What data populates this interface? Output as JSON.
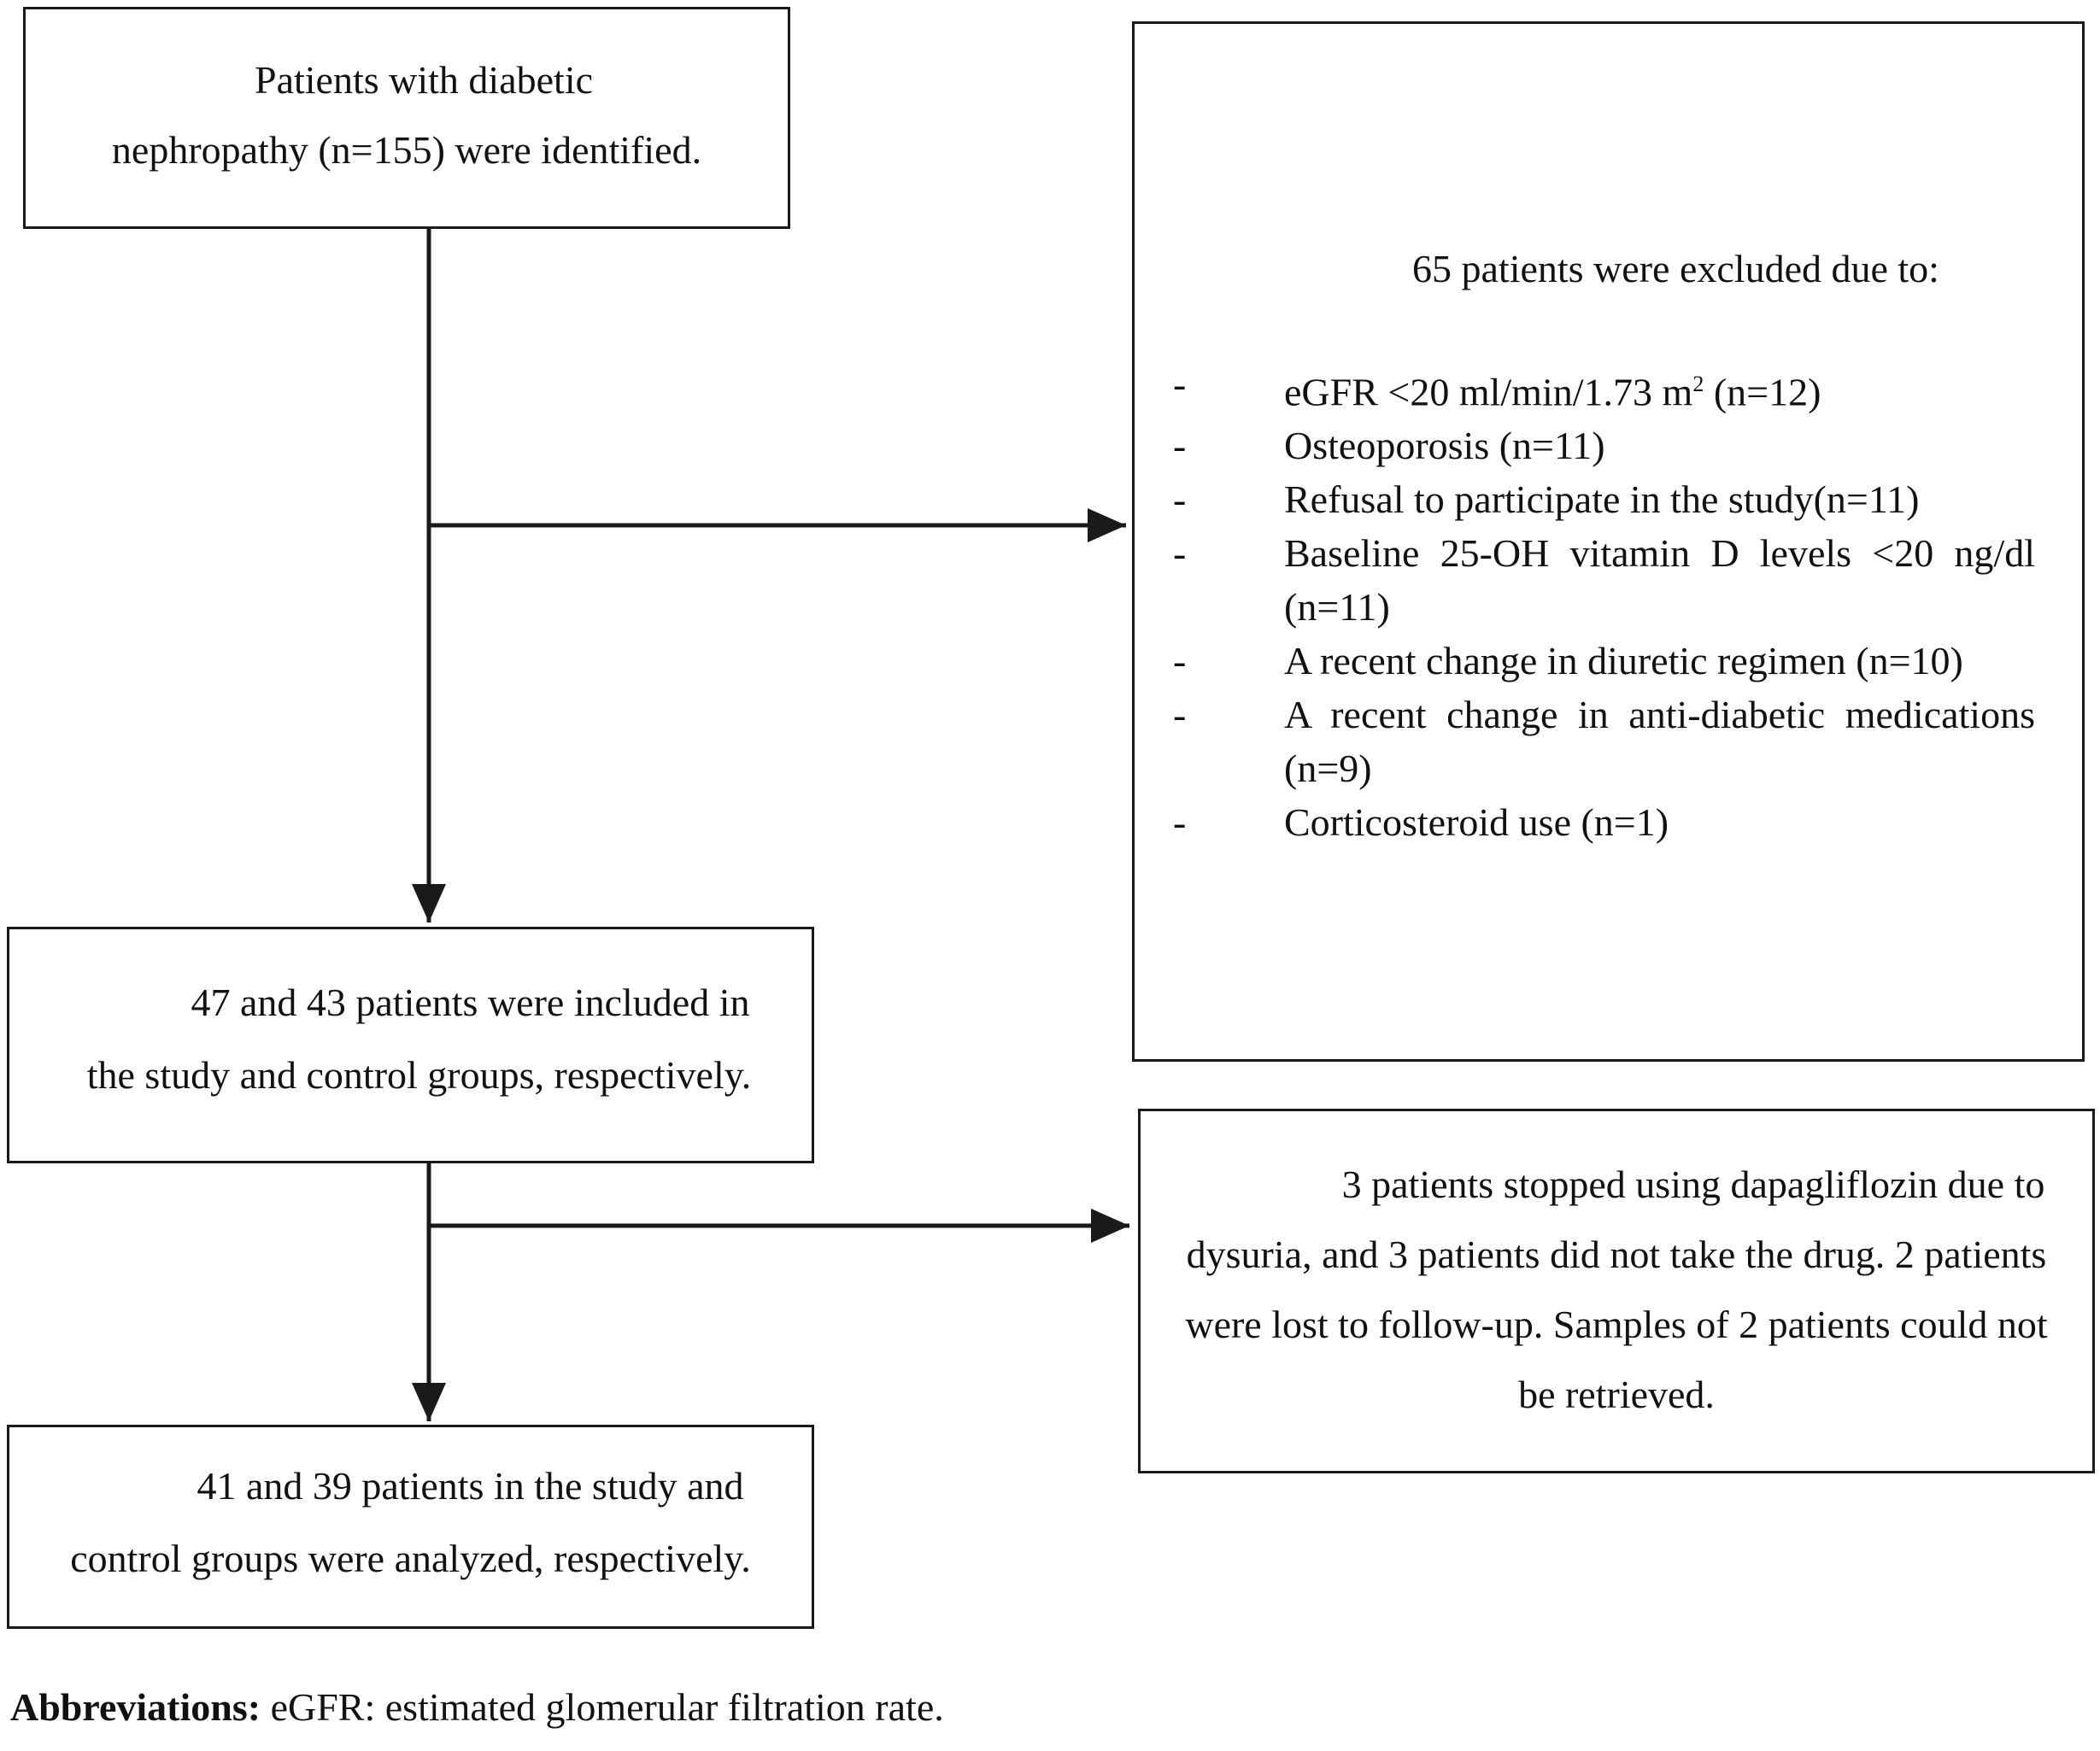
{
  "boxes": {
    "identified": {
      "line1": "Patients with diabetic",
      "line2": "nephropathy (n=155) were identified."
    },
    "excluded": {
      "title": "65 patients were excluded due to:",
      "bullet": "-",
      "items": [
        {
          "text": "eGFR <20 ml/min/1.73 m",
          "sup": "2",
          "suffix": " (n=12)"
        },
        {
          "text": "Osteoporosis (n=11)"
        },
        {
          "text": "Refusal to participate in the study(n=11)"
        },
        {
          "text": "Baseline 25-OH vitamin D levels <20 ng/dl (n=11)"
        },
        {
          "text": "A recent change in diuretic regimen (n=10)"
        },
        {
          "text": "A recent change in anti-diabetic medications (n=9)"
        },
        {
          "text": "Corticosteroid use (n=1)"
        }
      ]
    },
    "included": {
      "line1": "47 and 43 patients were included in",
      "line2": "the study and control groups, respectively."
    },
    "discontinued": {
      "text": "3 patients stopped using dapagliflozin due to dysuria, and 3 patients did not take the drug. 2 patients were lost to follow-up. Samples of 2 patients could not be retrieved."
    },
    "analyzed": {
      "line1": "41 and 39 patients in the study and",
      "line2": "control groups were analyzed, respectively."
    }
  },
  "footnote": {
    "label": "Abbreviations:",
    "text": " eGFR: estimated glomerular filtration rate."
  }
}
